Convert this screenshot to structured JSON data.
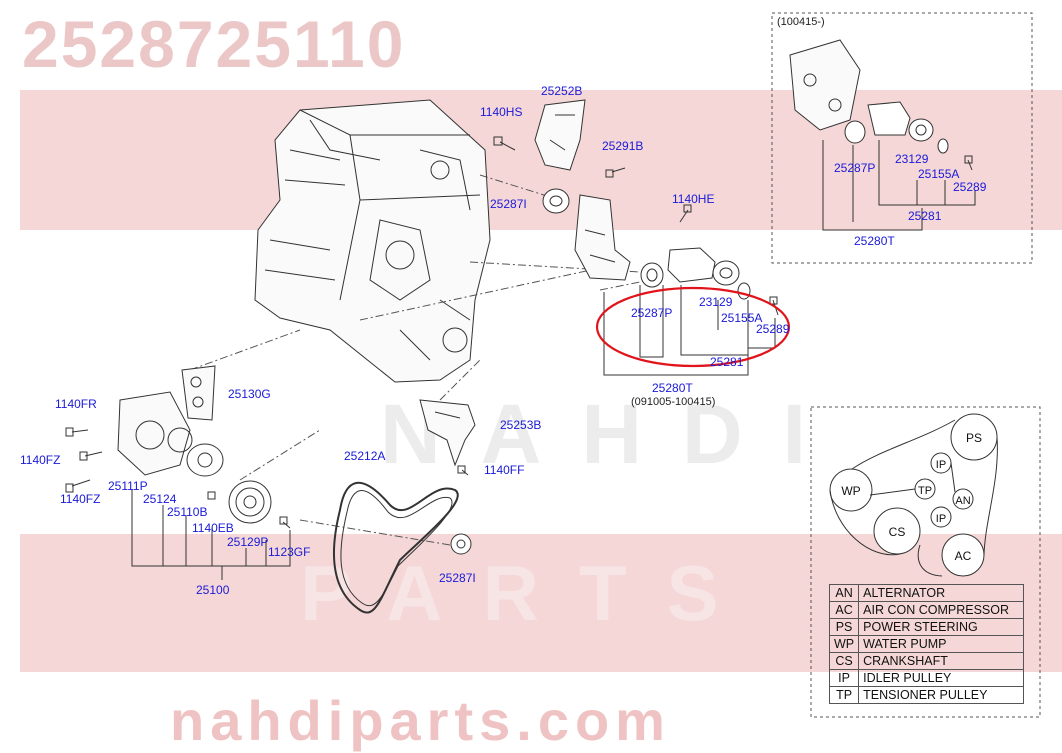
{
  "watermark": {
    "part_number": "2528725110",
    "brand_latin": "NAHDI",
    "parts_word": "PARTS",
    "website": "nahdiparts.com"
  },
  "callouts": [
    {
      "id": "1140HS",
      "text": "1140HS"
    },
    {
      "id": "25252B",
      "text": "25252B"
    },
    {
      "id": "25291B",
      "text": "25291B"
    },
    {
      "id": "25287I_top",
      "text": "25287I"
    },
    {
      "id": "1140HE",
      "text": "1140HE"
    },
    {
      "id": "23129_mid",
      "text": "23129"
    },
    {
      "id": "25287P_mid",
      "text": "25287P"
    },
    {
      "id": "25155A_mid",
      "text": "25155A"
    },
    {
      "id": "25289_mid",
      "text": "25289"
    },
    {
      "id": "25281_mid",
      "text": "25281"
    },
    {
      "id": "25280T_mid",
      "text": "25280T"
    },
    {
      "id": "1140FR",
      "text": "1140FR"
    },
    {
      "id": "25130G",
      "text": "25130G"
    },
    {
      "id": "25253B",
      "text": "25253B"
    },
    {
      "id": "1140FZ_a",
      "text": "1140FZ"
    },
    {
      "id": "1140FZ_b",
      "text": "1140FZ"
    },
    {
      "id": "25111P",
      "text": "25111P"
    },
    {
      "id": "25124",
      "text": "25124"
    },
    {
      "id": "25110B",
      "text": "25110B"
    },
    {
      "id": "1140EB",
      "text": "1140EB"
    },
    {
      "id": "25129P",
      "text": "25129P"
    },
    {
      "id": "1123GF",
      "text": "1123GF"
    },
    {
      "id": "25100",
      "text": "25100"
    },
    {
      "id": "25212A",
      "text": "25212A"
    },
    {
      "id": "1140FF",
      "text": "1140FF"
    },
    {
      "id": "25287I_bot",
      "text": "25287I"
    },
    {
      "id": "25287P_inset",
      "text": "25287P"
    },
    {
      "id": "23129_inset",
      "text": "23129"
    },
    {
      "id": "25155A_inset",
      "text": "25155A"
    },
    {
      "id": "25289_inset",
      "text": "25289"
    },
    {
      "id": "25281_inset",
      "text": "25281"
    },
    {
      "id": "25280T_inset",
      "text": "25280T"
    }
  ],
  "notes": {
    "date_range_mid": "(091005-100415)",
    "inset_date": "(100415-)"
  },
  "belt_routing": {
    "pulleys": [
      "PS",
      "IP",
      "WP",
      "TP",
      "AN",
      "IP",
      "CS",
      "AC"
    ]
  },
  "legend": [
    {
      "code": "AN",
      "name": "ALTERNATOR"
    },
    {
      "code": "AC",
      "name": "AIR CON COMPRESSOR"
    },
    {
      "code": "PS",
      "name": "POWER STEERING"
    },
    {
      "code": "WP",
      "name": "WATER PUMP"
    },
    {
      "code": "CS",
      "name": "CRANKSHAFT"
    },
    {
      "code": "IP",
      "name": "IDLER PULLEY"
    },
    {
      "code": "TP",
      "name": "TENSIONER PULLEY"
    }
  ],
  "colors": {
    "callout_text": "#1a1ad8",
    "highlight_ring": "#e0141a",
    "watermark_band": "#f1c9c9",
    "line_art": "#333333"
  }
}
